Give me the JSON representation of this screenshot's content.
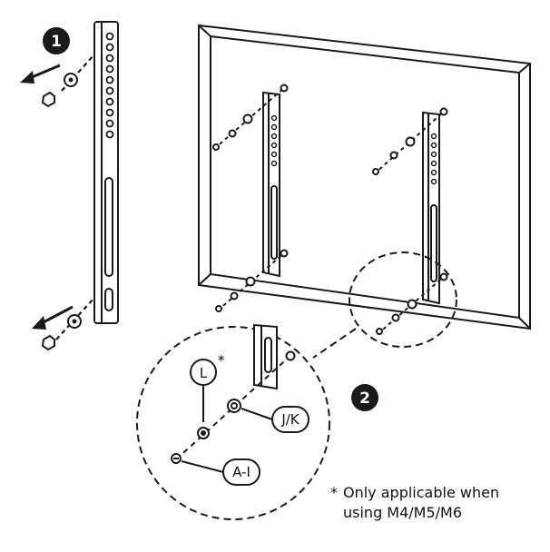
{
  "steps": [
    {
      "number": "1"
    },
    {
      "number": "2"
    }
  ],
  "callouts": {
    "washer_l": "L",
    "asterisk": "*",
    "spacer_jk": "J/K",
    "screw_ai": "A-I"
  },
  "note": {
    "asterisk": "*",
    "line1": "Only applicable when",
    "line2": "using M4/M5/M6"
  },
  "colors": {
    "ink": "#1a1a1a",
    "step_badge": "#1a1a1a",
    "paper": "#ffffff"
  }
}
